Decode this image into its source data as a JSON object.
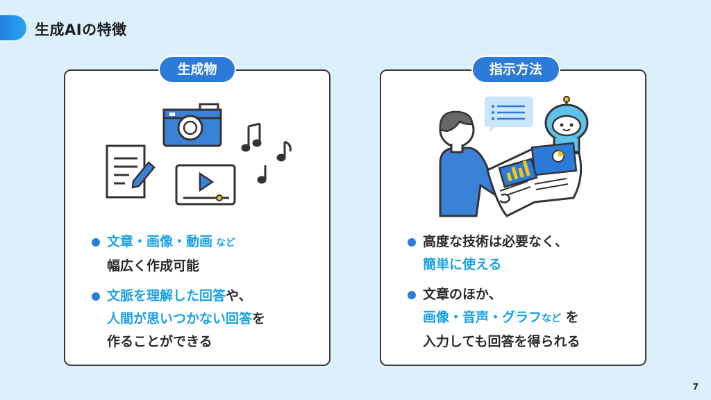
{
  "slide": {
    "title": "生成AIの特徴",
    "page_number": "7"
  },
  "left_card": {
    "label": "生成物",
    "b1_hl": "文章・画像・動画",
    "b1_small": " など",
    "b1_rest": "幅広く作成可能",
    "b2_hl1": "文脈を理解した回答",
    "b2_t1": "や、",
    "b2_hl2": "人間が思いつかない回答",
    "b2_t2": "を",
    "b2_t3": "作ることができる"
  },
  "right_card": {
    "label": "指示方法",
    "b1_t1": "高度な技術は必要なく、",
    "b1_hl": "簡単に使える",
    "b2_t1": "文章のほか、",
    "b2_hl": "画像・音声・グラフ",
    "b2_small": "など",
    "b2_t2": " を",
    "b2_t3": "入力しても回答を得られる"
  },
  "icons": {
    "left": [
      "document-pencil-icon",
      "camera-icon",
      "video-player-icon",
      "music-notes-icon"
    ],
    "right": [
      "person-icon",
      "chat-bubble-icon",
      "robot-icon",
      "document-chart-icon"
    ]
  },
  "colors": {
    "accent": "#2c7bd8",
    "highlight": "#1aa0e6",
    "background": "#dcf0fb"
  }
}
